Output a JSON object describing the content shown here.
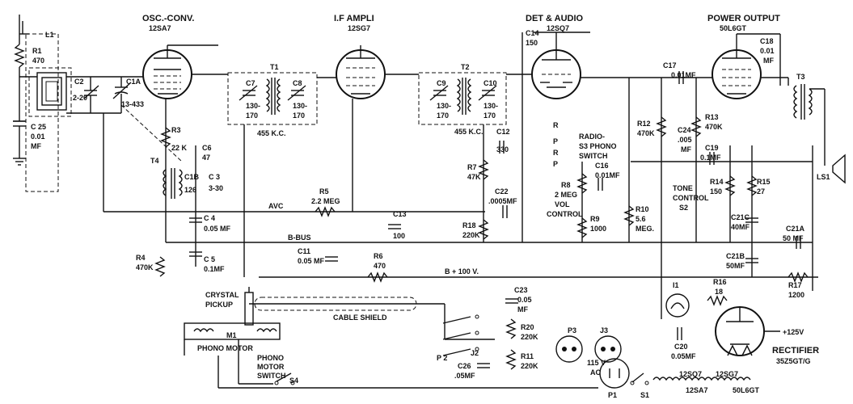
{
  "headings": {
    "osc": "OSC.-CONV.",
    "osc_tube": "12SA7",
    "if": "I.F AMPLI",
    "if_tube": "12SG7",
    "det": "DET & AUDIO",
    "det_tube": "12SQ7",
    "pwr": "POWER OUTPUT",
    "pwr_tube": "50L6GT",
    "rect": "RECTIFIER",
    "rect_tube": "35Z5GT/G"
  },
  "labels": {
    "l1": "L1",
    "r1": "R1",
    "r1v": "470",
    "c2": "C2",
    "c2v": "2-20",
    "c1a": "C1A",
    "c1av": "13-433",
    "c25": "C 25",
    "c25v": "0.01",
    "c25u": "MF",
    "t1": "T1",
    "c7": "C7",
    "c7v1": "130-",
    "c7v2": "170",
    "c8": "C8",
    "c8v1": "130-",
    "c8v2": "170",
    "t1kc": "455 K.C.",
    "t2": "T2",
    "c9": "C9",
    "c9v1": "130-",
    "c9v2": "170",
    "c10": "C10",
    "c10v1": "130-",
    "c10v2": "170",
    "t2kc": "455 K.C.",
    "r3": "R3",
    "r3v": "22 K",
    "c6": "C6",
    "c6v": "47",
    "t4": "T4",
    "c1b": "C1B",
    "c1bv": "126",
    "c3": "C 3",
    "c3v": "3-30",
    "c4": "C 4",
    "c4v": "0.05 MF",
    "c5": "C 5",
    "c5v": "0.1MF",
    "r4": "R4",
    "r4v": "470K",
    "avc": "AVC",
    "r5": "R5",
    "r5v": "2.2 MEG",
    "c13": "C13",
    "c13v": "100",
    "bbus": "B-BUS",
    "c11": "C11",
    "c11v": "0.05 MF",
    "r6": "R6",
    "r6v": "470",
    "bplus": "B + 100 V.",
    "c14": "C14",
    "c14v": "150",
    "c12": "C12",
    "c12v": "330",
    "r7": "R7",
    "r7v": "47K",
    "c22": "C22",
    "c22v": ".0005MF",
    "r18": "R18",
    "r18v": "220K",
    "s3a": "RADIO-",
    "s3b": "S3 PHONO",
    "s3c": "SWITCH",
    "sw_r1": "R",
    "sw_p1": "P",
    "sw_r2": "R",
    "sw_p2": "P",
    "c16": "C16",
    "c16v": "0.01MF",
    "r8": "R8",
    "r8v": "2 MEG",
    "r8c1": "VOL",
    "r8c2": "CONTROL",
    "r9": "R9",
    "r9v": "1000",
    "r10": "R10",
    "r10v": "5.6",
    "r10u": "MEG.",
    "r12": "R12",
    "r12v": "470K",
    "c17": "C17",
    "c17v": "0.01MF",
    "c24": "C24",
    "c24v": ".005",
    "c24u": "MF",
    "r13": "R13",
    "r13v": "470K",
    "c18": "C18",
    "c18v": "0.01",
    "c18u": "MF",
    "t3": "T3",
    "c19": "C19",
    "c19v": "0.1MF",
    "tone1": "TONE",
    "tone2": "CONTROL",
    "s2": "S2",
    "r14": "R14",
    "r14v": "150",
    "r15": "R15",
    "r15v": "27",
    "c21c": "C21C",
    "c21cv": "40MF",
    "c21a": "C21A",
    "c21av": "50 MF",
    "c21b": "C21B",
    "c21bv": "50MF",
    "r17": "R17",
    "r17v": "1200",
    "ls1": "LS1",
    "crystal1": "CRYSTAL",
    "crystal2": "PICKUP",
    "cable": "CABLE SHIELD",
    "m1": "M1",
    "motor": "PHONO MOTOR",
    "pms1": "PHONO",
    "pms2": "MOTOR",
    "pms3": "SWITCH",
    "s4": "S4",
    "c23": "C23",
    "c23v": "0.05",
    "c23u": "MF",
    "r20": "R20",
    "r20v": "220K",
    "r11": "R11",
    "r11v": "220K",
    "c26": "C26",
    "c26v": ".05MF",
    "p2": "P 2",
    "j2": "J2",
    "p3": "P3",
    "j3": "J3",
    "i1": "I1",
    "r16": "R16",
    "r16v": "18",
    "c20": "C20",
    "c20v": "0.05MF",
    "b125": "+125V",
    "ac1": "115 V",
    "ac2": "AC",
    "p1": "P1",
    "s1": "S1",
    "h1": "12SQ7",
    "h2": "12SG7",
    "h3": "12SA7",
    "h4": "50L6GT"
  }
}
